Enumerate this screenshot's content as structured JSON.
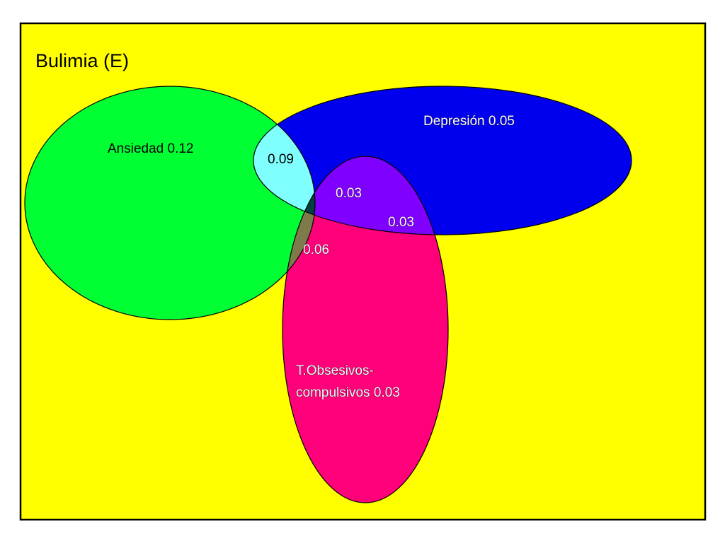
{
  "title": "Bulimia (E)",
  "colors": {
    "background": "#ffff00",
    "frame_border": "#000000",
    "ansiedad": "#00ff33",
    "depresion": "#0000ee",
    "toc": "#ff007a",
    "ansiedad_depresion": "#80ffff",
    "ansiedad_toc": "#7f7a4a",
    "depresion_toc": "#8000ff",
    "all_three": "#004040"
  },
  "sets": {
    "ansiedad": {
      "label": "Ansiedad 0.12"
    },
    "depresion": {
      "label": "Depresión 0.05"
    },
    "toc": {
      "label_line1": "T.Obsesivos-",
      "label_line2": "compulsivos 0.03"
    }
  },
  "intersections": {
    "ansiedad_depresion": "0.09",
    "ansiedad_toc": "0.06",
    "depresion_toc": "0.03",
    "all_three": "0.03"
  }
}
